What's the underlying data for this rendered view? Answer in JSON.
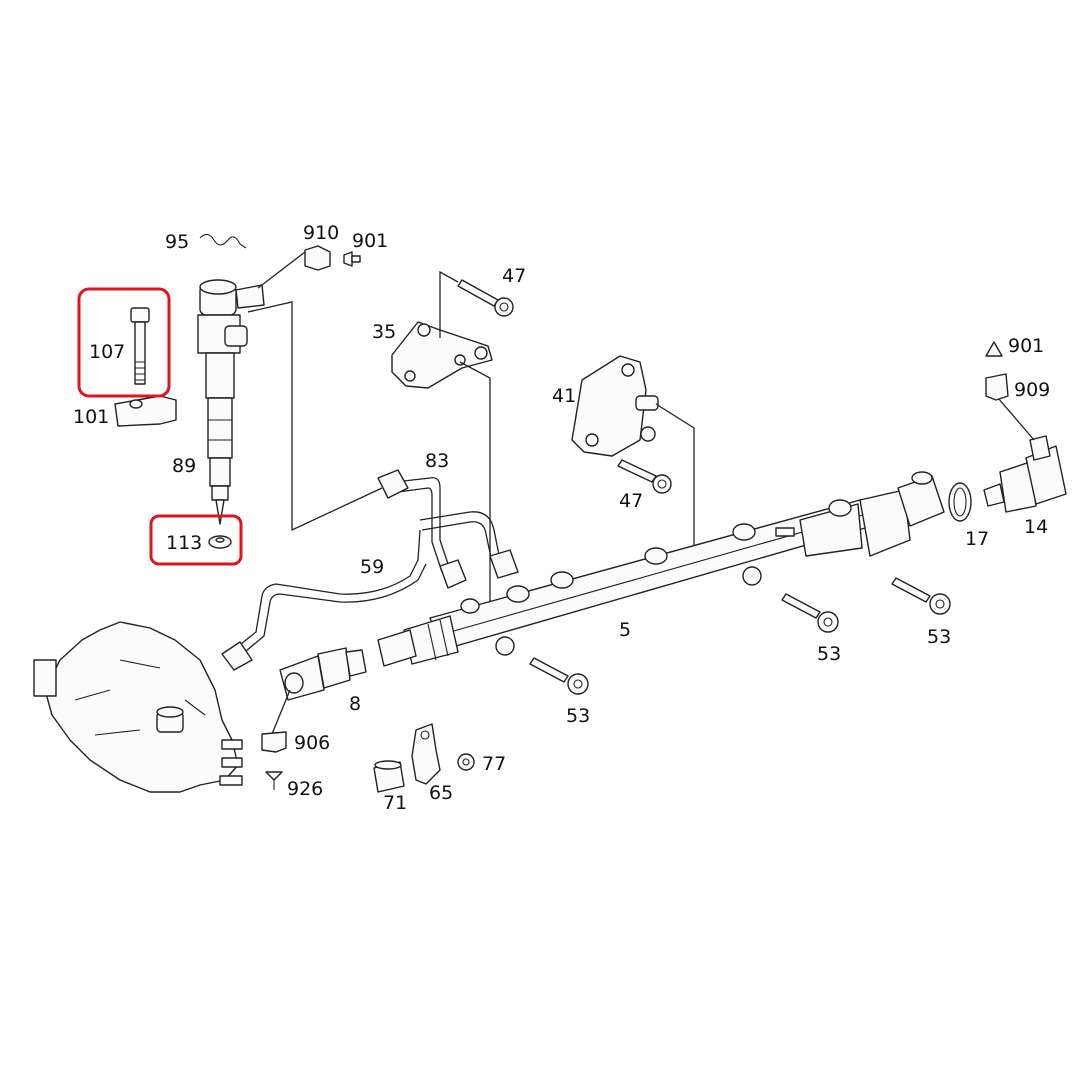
{
  "diagram": {
    "highlight_color": "#e0141e",
    "labels": {
      "l95": "95",
      "l910": "910",
      "l901a": "901",
      "l47a": "47",
      "l35": "35",
      "l107": "107",
      "l101": "101",
      "l89": "89",
      "l113": "113",
      "l83": "83",
      "l41": "41",
      "l47b": "47",
      "l901b": "901",
      "l909": "909",
      "l17": "17",
      "l14": "14",
      "l59": "59",
      "l5": "5",
      "l53a": "53",
      "l53b": "53",
      "l53c": "53",
      "l8": "8",
      "l906": "906",
      "l926": "926",
      "l77": "77",
      "l71": "71",
      "l65": "65"
    }
  }
}
